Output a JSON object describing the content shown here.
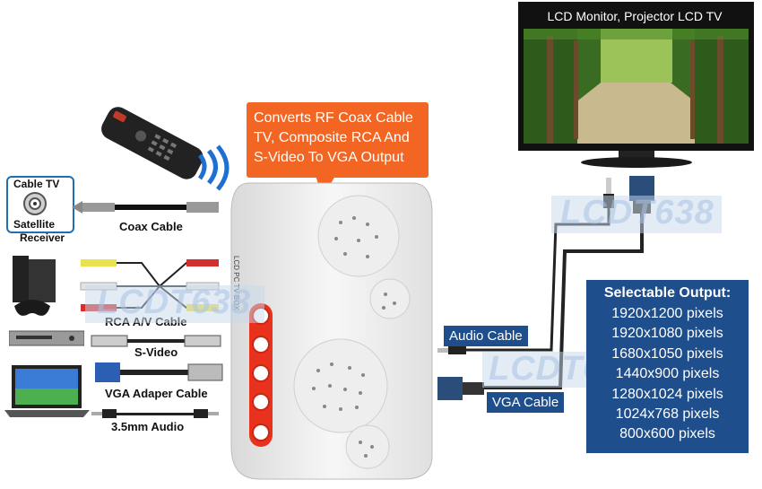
{
  "callout_text": "Converts RF Coax Cable TV, Composite RCA And S-Video To VGA Output",
  "tv_caption": "LCD Monitor, Projector LCD TV",
  "watermark": "LCDT638",
  "source": {
    "cable_tv": "Cable TV",
    "satellite": "Satellite",
    "receiver": "Receiver"
  },
  "cables_left": {
    "coax": "Coax Cable",
    "rca": "RCA A/V Cable",
    "svideo": "S-Video",
    "vga_adapter": "VGA Adaper Cable",
    "audio": "3.5mm Audio"
  },
  "box_label": "LCD PC TV BOX",
  "cables_right": {
    "audio": "Audio Cable",
    "vga": "VGA Cable"
  },
  "output": {
    "title": "Selectable Output:",
    "items": [
      "1920x1200 pixels",
      "1920x1080 pixels",
      "1680x1050 pixels",
      "1440x900 pixels",
      "1280x1024 pixels",
      "1024x768 pixels",
      "800x600 pixels"
    ]
  },
  "colors": {
    "accent_orange": "#f26522",
    "panel_blue": "#1f4e8c",
    "button_red": "#e8321e"
  }
}
